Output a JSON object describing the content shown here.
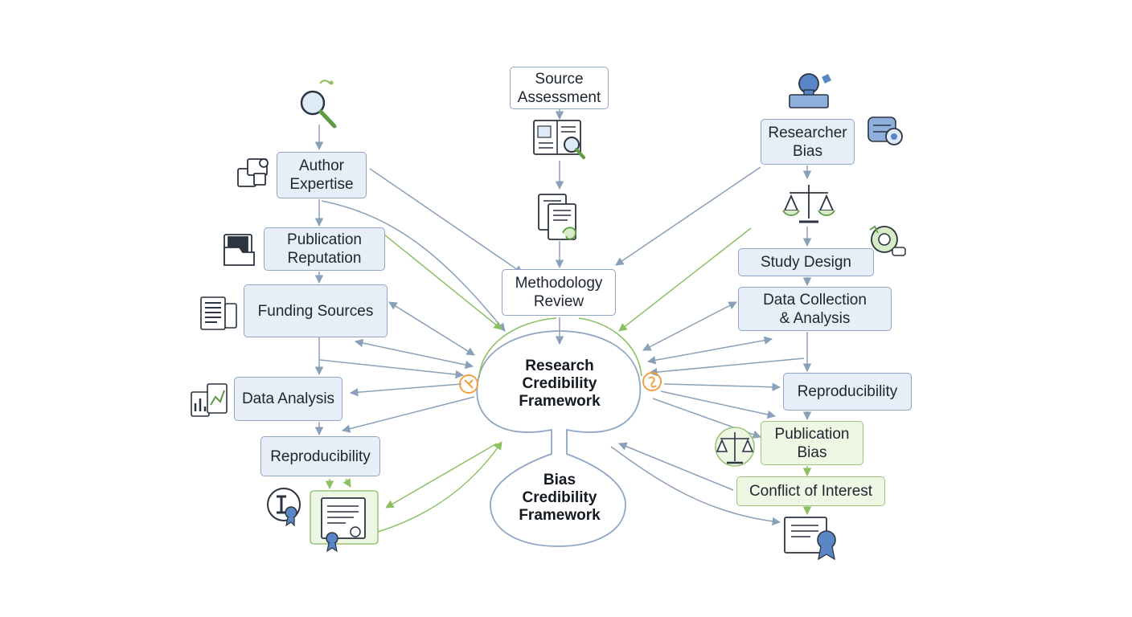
{
  "colors": {
    "node_fill": "#e7eef8",
    "node_border": "#8fa6c2",
    "green_fill": "#eef6e4",
    "green_border": "#9cc47e",
    "connector_blue": "#8aa0b8",
    "connector_green": "#8dc063",
    "accent_orange": "#f0a040",
    "icon_blue": "#5b86c5",
    "icon_dark": "#2b3440"
  },
  "hub": {
    "top": "Research\nCredibility\nFramework",
    "bottom": "Bias\nCredibility\nFramework"
  },
  "nodes": {
    "source_assessment": "Source\nAssessment",
    "methodology_review": "Methodology\nReview",
    "author_expertise": "Author\nExpertise",
    "publication_reputation": "Publication\nReputation",
    "funding_sources": "Funding Sources",
    "data_analysis": "Data Analysis",
    "reproducibility_left": "Reproducibility",
    "researcher_bias": "Researcher\nBias",
    "study_design": "Study Design",
    "data_collection": "Data Collection\n& Analysis",
    "reproducibility_right": "Reproducibility",
    "publication_bias": "Publication\nBias",
    "conflict_of_interest": "Conflict of Interest"
  },
  "icons": {
    "magnifier": "magnifier-icon",
    "source_document": "document-search-icon",
    "methodology_document": "document-pages-icon",
    "stamp": "stamp-icon",
    "camera": "camera-lens-icon",
    "scales": "balance-scale-icon",
    "gear_camera": "gear-lens-icon",
    "author_cards": "profile-cards-icon",
    "folder": "folder-icon",
    "report": "report-pages-icon",
    "data_charts": "data-charts-icon",
    "award": "award-badge-icon",
    "certificate_left": "certificate-icon",
    "scales_green": "green-scales-icon",
    "certificate_right": "certificate-ribbon-icon",
    "orange_left": "orange-cycle-icon",
    "orange_right": "orange-cycle-icon"
  }
}
